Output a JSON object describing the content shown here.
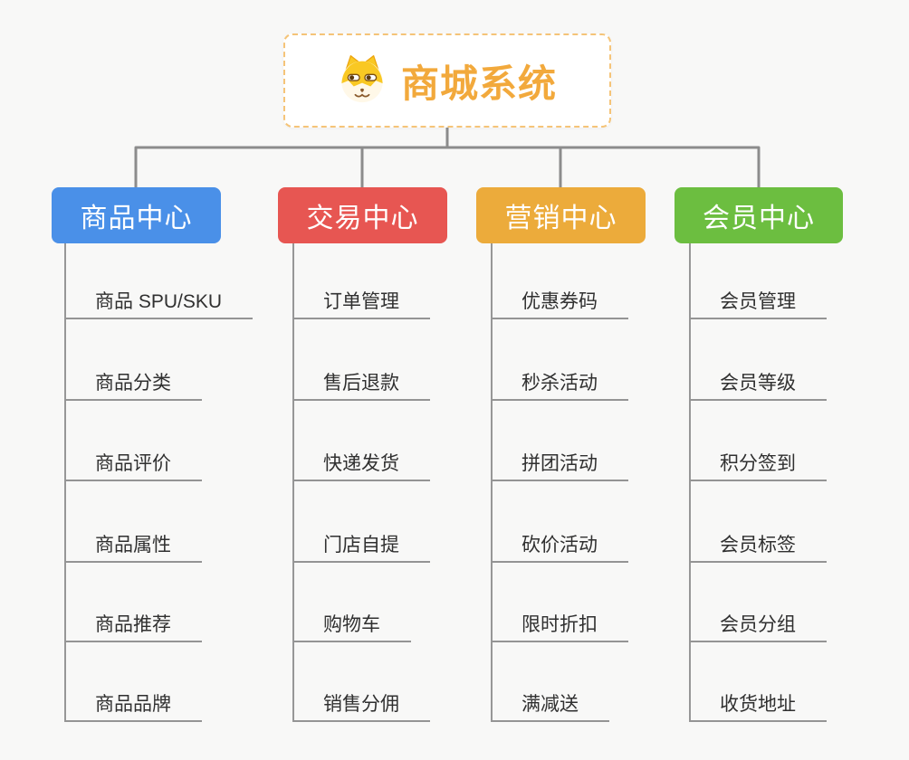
{
  "page": {
    "background_color": "#F8F8F7",
    "connector_color": "#8C8C8C",
    "underline_color": "#949494"
  },
  "root": {
    "label": "商城系统",
    "icon": "doge-icon",
    "text_color": "#F2A93C",
    "border_color": "#F5C478"
  },
  "branches": [
    {
      "label": "商品中心",
      "color": "#4A90E8",
      "children": [
        "商品 SPU/SKU",
        "商品分类",
        "商品评价",
        "商品属性",
        "商品推荐",
        "商品品牌"
      ]
    },
    {
      "label": "交易中心",
      "color": "#E75652",
      "children": [
        "订单管理",
        "售后退款",
        "快递发货",
        "门店自提",
        "购物车",
        "销售分佣"
      ]
    },
    {
      "label": "营销中心",
      "color": "#ECAB3B",
      "children": [
        "优惠券码",
        "秒杀活动",
        "拼团活动",
        "砍价活动",
        "限时折扣",
        "满减送"
      ]
    },
    {
      "label": "会员中心",
      "color": "#6CBE40",
      "children": [
        "会员管理",
        "会员等级",
        "积分签到",
        "会员标签",
        "会员分组",
        "收货地址"
      ]
    }
  ]
}
